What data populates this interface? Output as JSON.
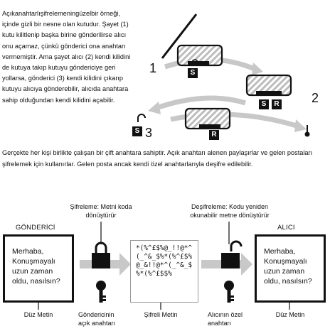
{
  "intro_text": "Açıkanahtarlışifrelemeningüzelbir örneği, içinde gizli bir nesne olan kutudur. Şayet (1) kutu kilitlenip başka birine gönderilirse alıcı onu açamaz, çünkü gönderici ona anahtarı vermemiştir. Ama şayet alıcı (2) kendi kilidini de kutuya takıp kutuyu göndericiye geri yollarsa, gönderici (3) kendi kilidini çıkarıp kutuyu alıcıya gönderebilir, alıcıda anahtara sahip olduğundan kendi kilidini açabilir.",
  "steps": [
    "1",
    "2",
    "3"
  ],
  "lock_letters": {
    "s": "S",
    "r": "R"
  },
  "caption": "Gerçekte her kişi birlikte çalışan bir çift anahtara sahiptir. Açık anahtarı alenen paylaşırlar ve gelen postaları şifrelemek için kullanırlar. Gelen posta ancak kendi özel anahtarlarıyla deşifre edilebilir.",
  "flow": {
    "sender_title": "GÖNDERİCİ",
    "receiver_title": "ALICI",
    "encrypt_label": "Şifreleme: Metni koda dönüştürür",
    "decrypt_label": "Deşifreleme: Kodu yeniden okunabilir metne dönüştürür",
    "plaintext_message": "Merhaba, Konuşmayalı uzun zaman oldu, nasılsın?",
    "ciphertext": "*(%^£$%@_!!@*^(_^&_$%*(%^£$%@_&!!@*^(_^&_$%*(%^£$$%",
    "bottom_labels": {
      "plain_left": "Düz Metin",
      "sender_key": "Göndericinin açık anahtarı",
      "cipher": "Şifreli Metin",
      "receiver_key": "Alıcının özel anahtarı",
      "plain_right": "Düz Metin"
    }
  },
  "colors": {
    "ink": "#111111",
    "arrow_gray": "#c8c8c8",
    "box_gray": "#9a9a9a"
  },
  "icons": [
    "key-icon",
    "padlock-icon",
    "open-padlock-icon",
    "small-padlock-icon",
    "locked-box-icon",
    "curved-arrow-icon"
  ]
}
